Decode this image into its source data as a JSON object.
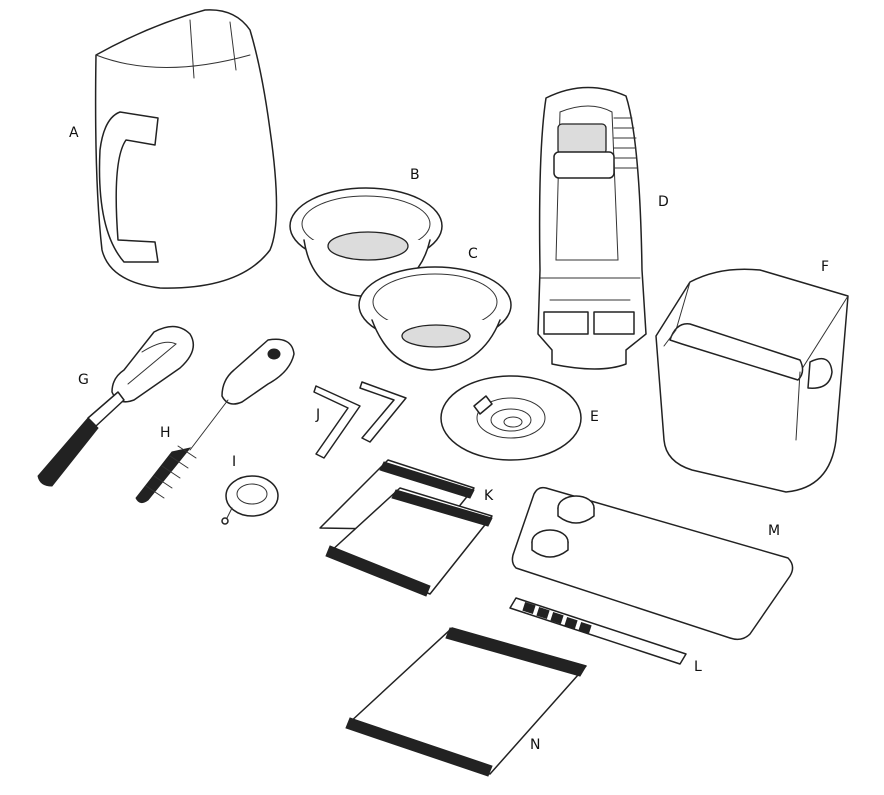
{
  "parts": [
    {
      "id": "milk-jug",
      "label": "A"
    },
    {
      "id": "filter-basket-single",
      "label": "B"
    },
    {
      "id": "filter-basket-double",
      "label": "C"
    },
    {
      "id": "water-filter-holder",
      "label": "D"
    },
    {
      "id": "razor-dose-trimming-tool",
      "label": "E"
    },
    {
      "id": "knock-box",
      "label": "F"
    },
    {
      "id": "group-head-brush",
      "label": "G"
    },
    {
      "id": "cleaning-brush",
      "label": "H"
    },
    {
      "id": "cleaning-pin",
      "label": "I"
    },
    {
      "id": "allen-keys",
      "label": "J"
    },
    {
      "id": "cleaning-tablets",
      "label": "K"
    },
    {
      "id": "water-hardness-strip",
      "label": "L"
    },
    {
      "id": "cleaning-disc-tablets",
      "label": "M"
    },
    {
      "id": "descaling-sachet",
      "label": "N"
    }
  ]
}
